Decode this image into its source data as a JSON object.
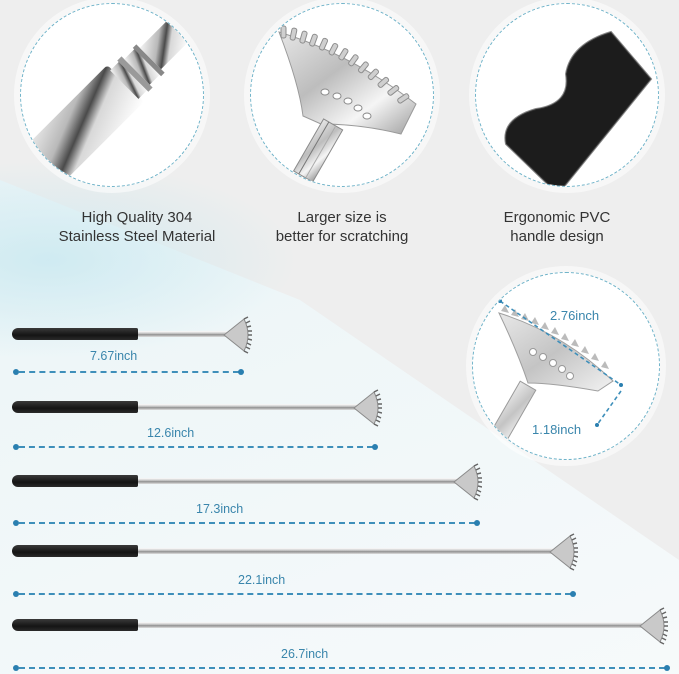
{
  "features": [
    {
      "id": "steel",
      "icon": "telescoping-rod-closeup",
      "caption_line1": "High Quality 304",
      "caption_line2": "Stainless Steel Material"
    },
    {
      "id": "size",
      "icon": "scratcher-head-closeup",
      "caption_line1": "Larger size is",
      "caption_line2": "better for scratching"
    },
    {
      "id": "handle",
      "icon": "pvc-handle-closeup",
      "caption_line1": "Ergonomic PVC",
      "caption_line2": "handle design"
    }
  ],
  "head_dimensions": {
    "width": "2.76inch",
    "height": "1.18inch"
  },
  "lengths": [
    {
      "label": "7.67inch",
      "value": 7.67
    },
    {
      "label": "12.6inch",
      "value": 12.6
    },
    {
      "label": "17.3inch",
      "value": 17.3
    },
    {
      "label": "22.1inch",
      "value": 22.1
    },
    {
      "label": "26.7inch",
      "value": 26.7
    }
  ],
  "colors": {
    "background": "#eeeeee",
    "accent_blue": "#3a86ac",
    "dashed_circle": "#6fb3c9",
    "caption_text": "#333333",
    "handle_black": "#1a1a1a"
  }
}
